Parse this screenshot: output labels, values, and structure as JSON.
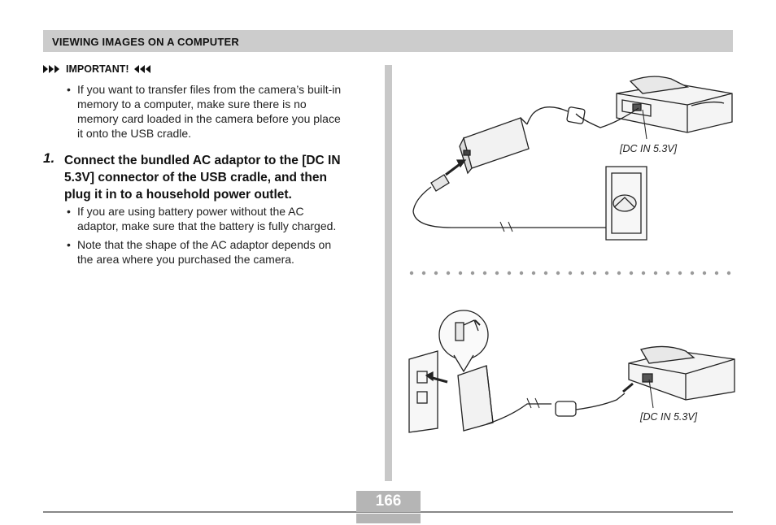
{
  "header": {
    "title": "VIEWING IMAGES ON A COMPUTER"
  },
  "important": {
    "label": "IMPORTANT!",
    "bullet": "If you want to transfer files from the camera’s built-in memory to a computer, make sure there is no memory card loaded in the camera before you place it onto the USB cradle.",
    "lines": [
      "If you want to transfer files from the camera’s built-in",
      "memory to a computer, make sure there is no",
      "memory card loaded in the camera before you place",
      "it onto the USB cradle."
    ]
  },
  "step": {
    "number": "1.",
    "lines": [
      "Connect the bundled AC adaptor to the [DC IN",
      "5.3V] connector of the USB cradle, and then",
      "plug it in to a household power outlet."
    ]
  },
  "notes": [
    {
      "lines": [
        "If you are using battery power without the AC",
        "adaptor, make sure that the battery is fully charged."
      ]
    },
    {
      "lines": [
        "Note that the shape of the AC adaptor depends on",
        "the area where you purchased the camera."
      ]
    }
  ],
  "captions": {
    "top": "[DC IN 5.3V]",
    "bottom": "[DC IN 5.3V]"
  },
  "page_number": "166"
}
